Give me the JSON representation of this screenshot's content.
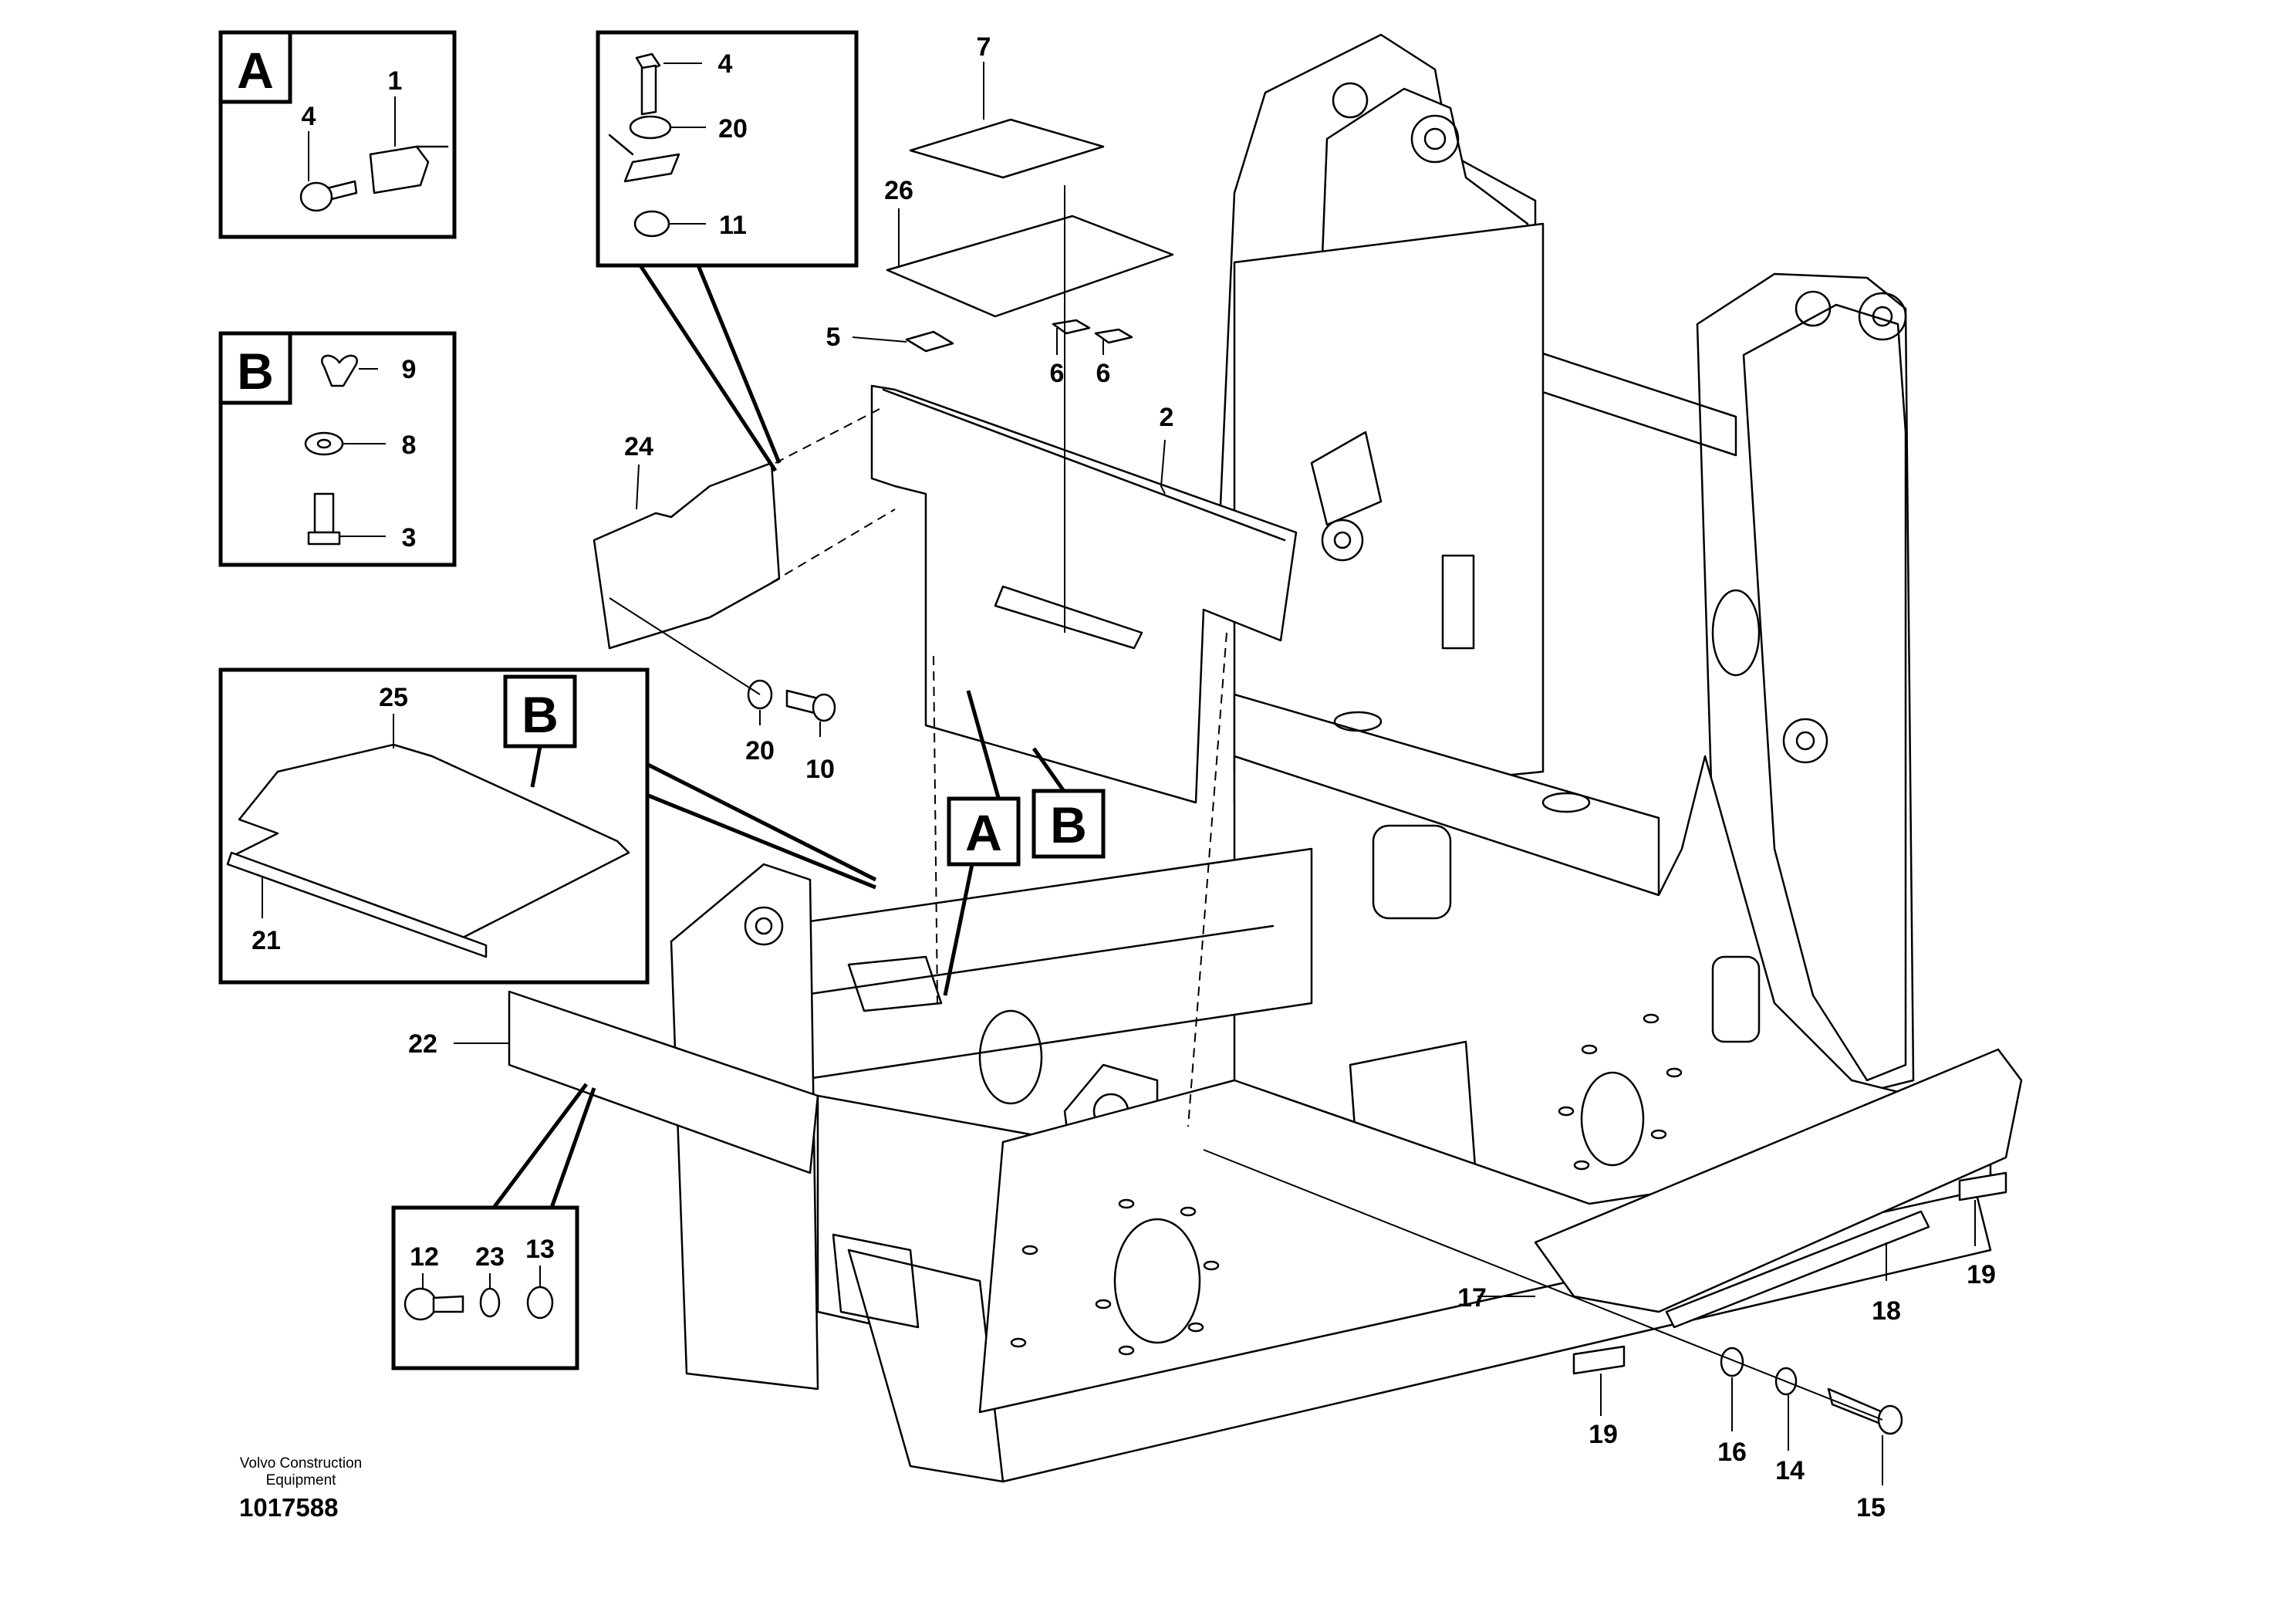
{
  "inset_labels": {
    "A": "A",
    "B": "B"
  },
  "callouts": {
    "c1": "1",
    "c2": "2",
    "c3": "3",
    "c4a": "4",
    "c4b": "4",
    "c5": "5",
    "c6a": "6",
    "c6b": "6",
    "c7": "7",
    "c8": "8",
    "c9": "9",
    "c10": "10",
    "c11": "11",
    "c12": "12",
    "c13": "13",
    "c14": "14",
    "c15": "15",
    "c16": "16",
    "c17": "17",
    "c18": "18",
    "c19a": "19",
    "c19b": "19",
    "c20a": "20",
    "c20b": "20",
    "c21": "21",
    "c22": "22",
    "c23": "23",
    "c24": "24",
    "c25": "25",
    "c26": "26"
  },
  "footer": {
    "brand_line1": "Volvo Construction",
    "brand_line2": "Equipment",
    "doc_number": "1017588"
  }
}
